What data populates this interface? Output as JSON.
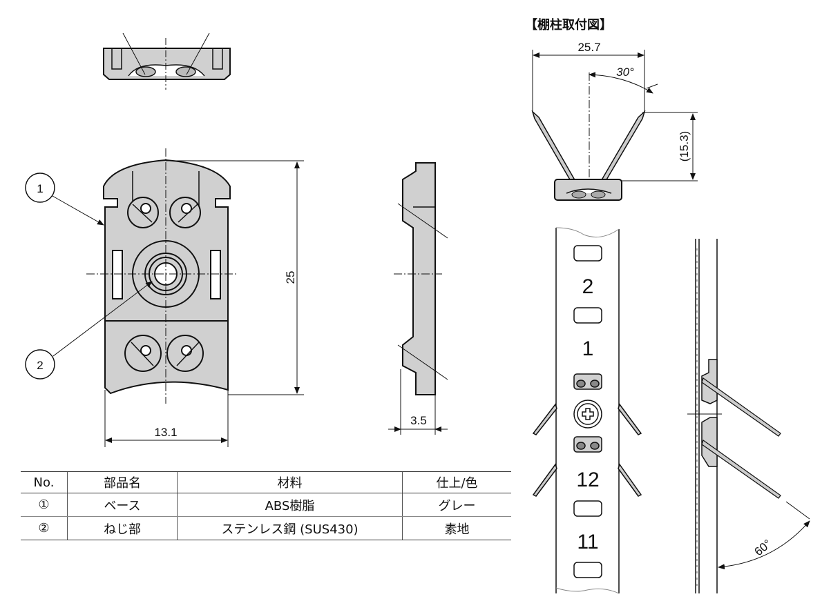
{
  "title": "【棚柱取付図】",
  "colors": {
    "part_fill": "#d0d0d0",
    "line": "#111111"
  },
  "callouts": [
    "1",
    "2"
  ],
  "dimensions": {
    "height": "25",
    "width": "13.1",
    "thickness": "3.5",
    "install_width": "25.7",
    "install_angle": "30°",
    "install_height": "(15.3)",
    "pin_angle": "60°"
  },
  "pillar_numbers": [
    "2",
    "1",
    "12",
    "11"
  ],
  "table": {
    "headers": [
      "No.",
      "部品名",
      "材料",
      "仕上/色"
    ],
    "rows": [
      [
        "①",
        "ベース",
        "ABS樹脂",
        "グレー"
      ],
      [
        "②",
        "ねじ部",
        "ステンレス鋼 (SUS430)",
        "素地"
      ]
    ]
  }
}
